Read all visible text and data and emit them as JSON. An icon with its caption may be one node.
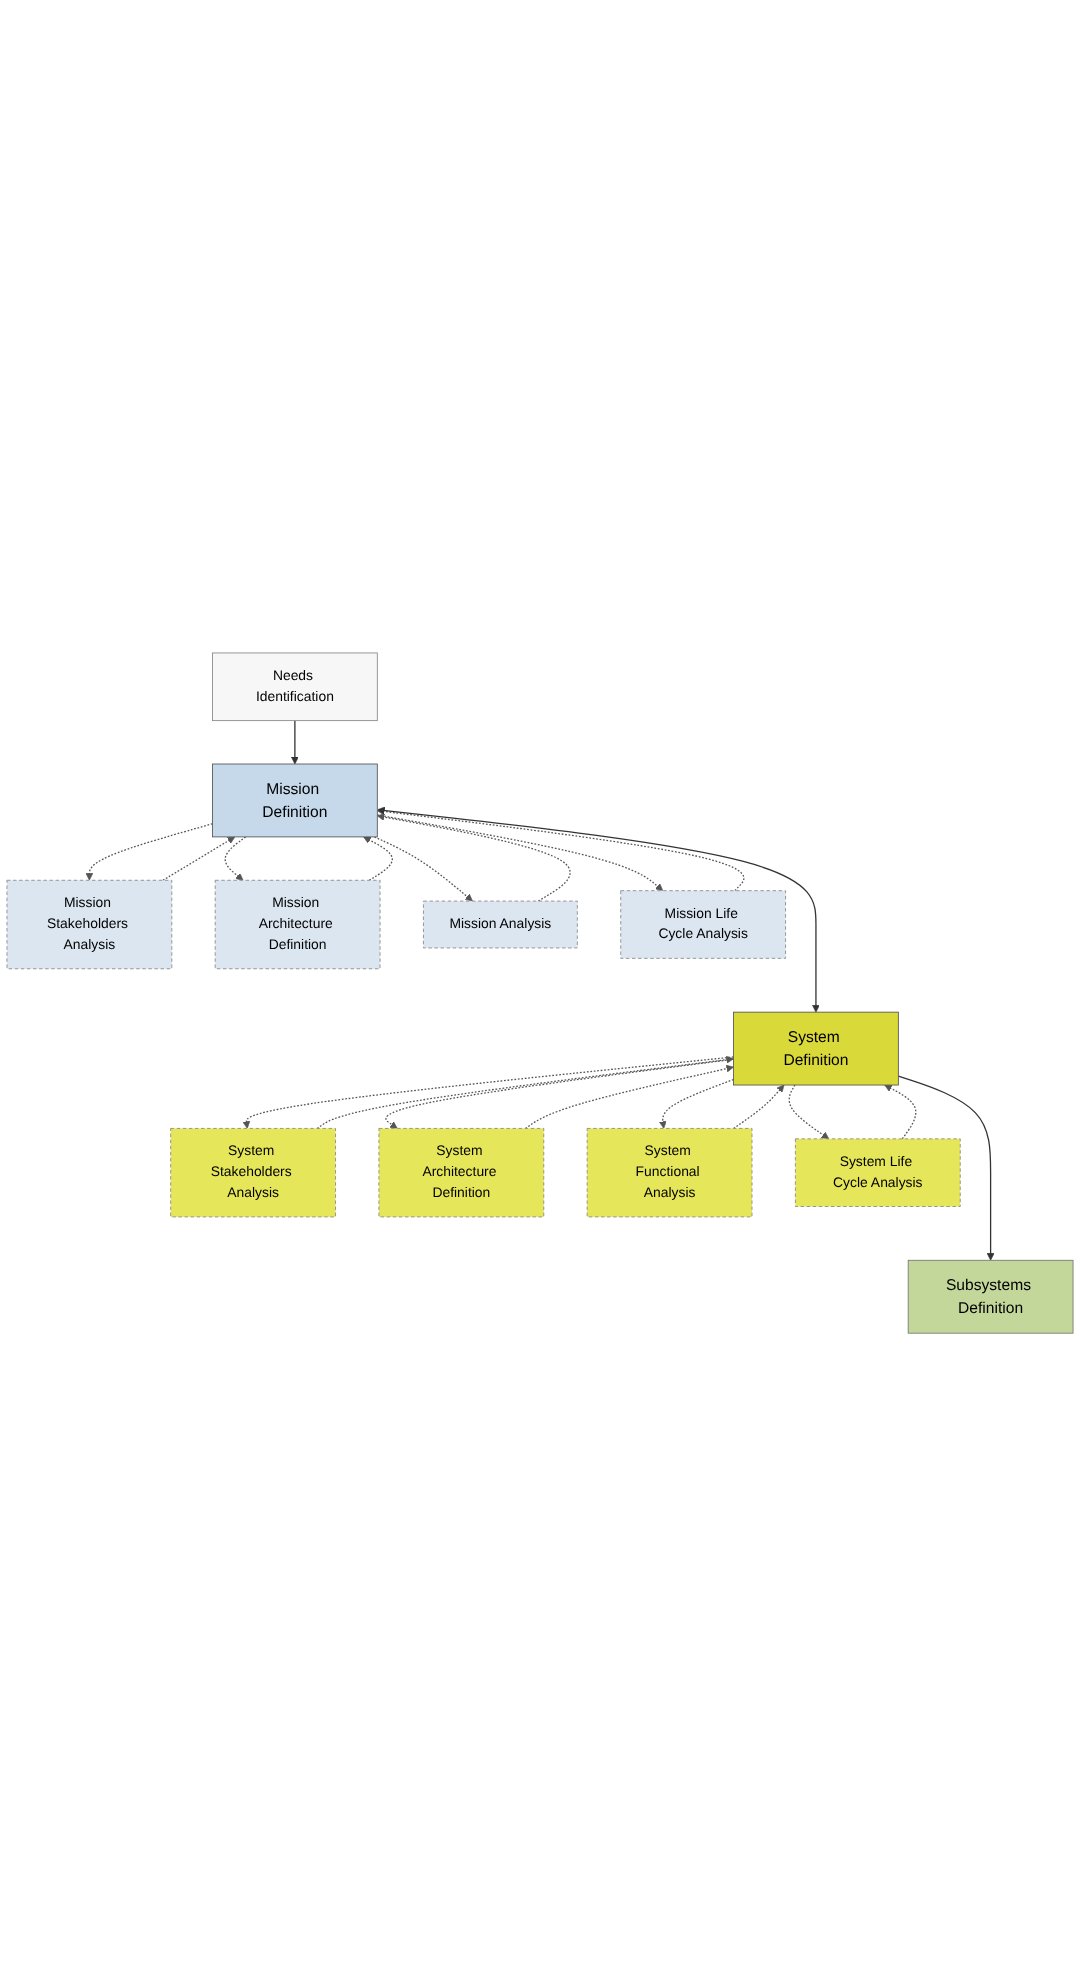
{
  "diagram": {
    "nodes": [
      {
        "text": [
          "Needs Identification"
        ]
      },
      {
        "text": [
          "Mission Stakeholders Analysis"
        ]
      },
      {
        "text": [
          "Mission Architecture Definition"
        ]
      },
      {
        "text": [
          "Mission Definition"
        ]
      },
      {
        "text": [
          "Mission Analysis"
        ]
      },
      {
        "text": [
          "Mission Life Cycle Analysis"
        ]
      },
      {
        "text": [
          "System Stakeholders Analysis"
        ]
      },
      {
        "text": [
          "System Architecture Definition"
        ]
      },
      {
        "text": [
          "System Definition"
        ]
      },
      {
        "text": [
          "System Functional Analysis"
        ]
      },
      {
        "text": [
          "System Life Cycle Analysis"
        ]
      },
      {
        "text": [
          "Subsystems Definition"
        ]
      }
    ],
    "edges": [
      {
        "from": 0,
        "to": 3,
        "arrow": "to"
      },
      {
        "from": 1,
        "to": 3,
        "arrow": "to",
        "style": "dashed"
      },
      {
        "from": 3,
        "to": 1,
        "arrow": "to",
        "style": "dashed"
      },
      {
        "from": 2,
        "to": 3,
        "arrow": "to",
        "style": "dashed"
      },
      {
        "from": 3,
        "to": 2,
        "arrow": "to",
        "style": "dashed"
      },
      {
        "from": 3,
        "to": 4,
        "arrow": "to",
        "style": "dashed"
      },
      {
        "from": 4,
        "to": 3,
        "arrow": "to",
        "style": "dashed"
      },
      {
        "from": 3,
        "to": 5,
        "arrow": "to",
        "style": "dashed"
      },
      {
        "from": 5,
        "to": 3,
        "arrow": "to",
        "style": "dashed"
      },
      {
        "from": 3,
        "to": 8,
        "arrow": "both"
      },
      {
        "from": 6,
        "to": 8,
        "arrow": "to",
        "style": "dashed"
      },
      {
        "from": 8,
        "to": 6,
        "arrow": "to",
        "style": "dashed"
      },
      {
        "from": 7,
        "to": 8,
        "arrow": "to",
        "style": "dashed"
      },
      {
        "from": 8,
        "to": 7,
        "arrow": "to",
        "style": "dashed"
      },
      {
        "from": 8,
        "to": 9,
        "arrow": "to",
        "style": "dashed"
      },
      {
        "from": 9,
        "to": 8,
        "arrow": "to",
        "style": "dashed"
      },
      {
        "from": 8,
        "to": 10,
        "arrow": "to",
        "style": "dashed"
      },
      {
        "from": 10,
        "to": 8,
        "arrow": "to",
        "style": "dashed"
      },
      {
        "from": 8,
        "to": 11,
        "arrow": "to"
      }
    ]
  }
}
